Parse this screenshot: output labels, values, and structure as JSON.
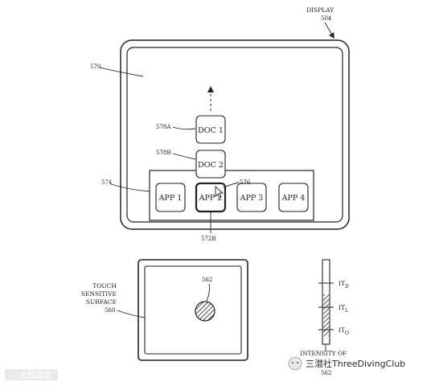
{
  "display": {
    "title": "DISPLAY",
    "ref": "504"
  },
  "labels": {
    "screen": "570",
    "dock": "574",
    "selected_app": "572B",
    "cursor": "576",
    "doc1_ref": "578A",
    "doc2_ref": "578B",
    "contact": "562",
    "touch_ref": "560",
    "intensity_ref": "562"
  },
  "touch_surface": {
    "line1": "TOUCH",
    "line2": "SENSITIVE",
    "line3": "SURFACE"
  },
  "documents": [
    {
      "label": "DOC 1"
    },
    {
      "label": "DOC 2"
    }
  ],
  "apps": [
    {
      "label": "APP 1"
    },
    {
      "label": "APP 2"
    },
    {
      "label": "APP 3"
    },
    {
      "label": "APP 4"
    }
  ],
  "intensity": {
    "title": "INTENSITY OF",
    "thresholds": [
      {
        "main": "IT",
        "sub": "D"
      },
      {
        "main": "IT",
        "sub": "L"
      },
      {
        "main": "IT",
        "sub": "O"
      }
    ]
  },
  "watermark": {
    "left": "大鼓阅读",
    "right": "三潜社ThreeDivingClub"
  },
  "colors": {
    "line": "#222222",
    "fill": "#ffffff"
  }
}
